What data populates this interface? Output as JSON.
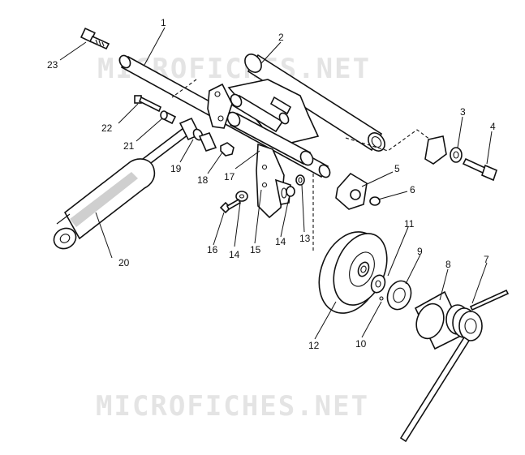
{
  "watermark": {
    "top": "MICROFICHES.NET",
    "bottom": "MICROFICHES.NET"
  },
  "callouts": [
    {
      "id": "c1",
      "label": "1"
    },
    {
      "id": "c2",
      "label": "2"
    },
    {
      "id": "c3",
      "label": "3"
    },
    {
      "id": "c4",
      "label": "4"
    },
    {
      "id": "c5",
      "label": "5"
    },
    {
      "id": "c6",
      "label": "6"
    },
    {
      "id": "c7",
      "label": "7"
    },
    {
      "id": "c8",
      "label": "8"
    },
    {
      "id": "c9",
      "label": "9"
    },
    {
      "id": "c10",
      "label": "10"
    },
    {
      "id": "c11",
      "label": "11"
    },
    {
      "id": "c12",
      "label": "12"
    },
    {
      "id": "c13",
      "label": "13"
    },
    {
      "id": "c14a",
      "label": "14"
    },
    {
      "id": "c14b",
      "label": "14"
    },
    {
      "id": "c15",
      "label": "15"
    },
    {
      "id": "c16",
      "label": "16"
    },
    {
      "id": "c17",
      "label": "17"
    },
    {
      "id": "c18",
      "label": "18"
    },
    {
      "id": "c19",
      "label": "19"
    },
    {
      "id": "c20",
      "label": "20"
    },
    {
      "id": "c21",
      "label": "21"
    },
    {
      "id": "c22",
      "label": "22"
    },
    {
      "id": "c23",
      "label": "23"
    }
  ]
}
